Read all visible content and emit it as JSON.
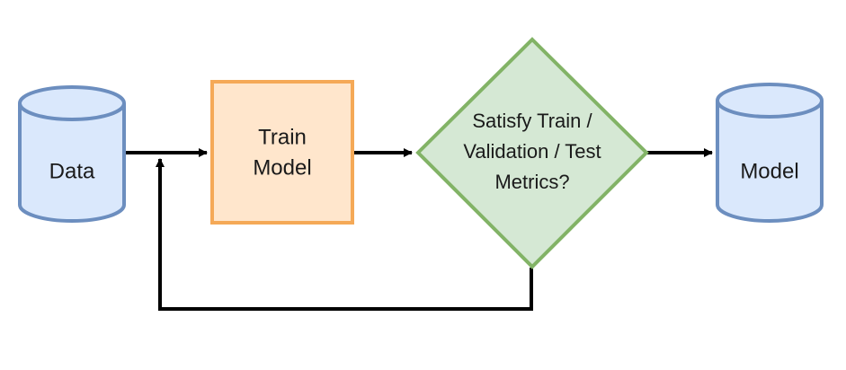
{
  "diagram": {
    "nodes": {
      "data": {
        "label": "Data",
        "shape": "cylinder",
        "fill": "#dae8fc",
        "stroke": "#6c8ebf"
      },
      "train": {
        "label_lines": [
          "Train",
          "Model"
        ],
        "shape": "rectangle",
        "fill": "#ffe6cc",
        "stroke": "#f5a957"
      },
      "decision": {
        "label_lines": [
          "Satisfy Train /",
          "Validation / Test",
          "Metrics?"
        ],
        "shape": "diamond",
        "fill": "#d5e8d4",
        "stroke": "#82b366"
      },
      "model": {
        "label": "Model",
        "shape": "cylinder",
        "fill": "#dae8fc",
        "stroke": "#6c8ebf"
      }
    },
    "edges": [
      {
        "from": "data",
        "to": "train"
      },
      {
        "from": "train",
        "to": "decision"
      },
      {
        "from": "decision",
        "to": "model"
      },
      {
        "from": "decision",
        "to": "data-train-edge",
        "label": ""
      }
    ],
    "edge_color": "#000000"
  }
}
